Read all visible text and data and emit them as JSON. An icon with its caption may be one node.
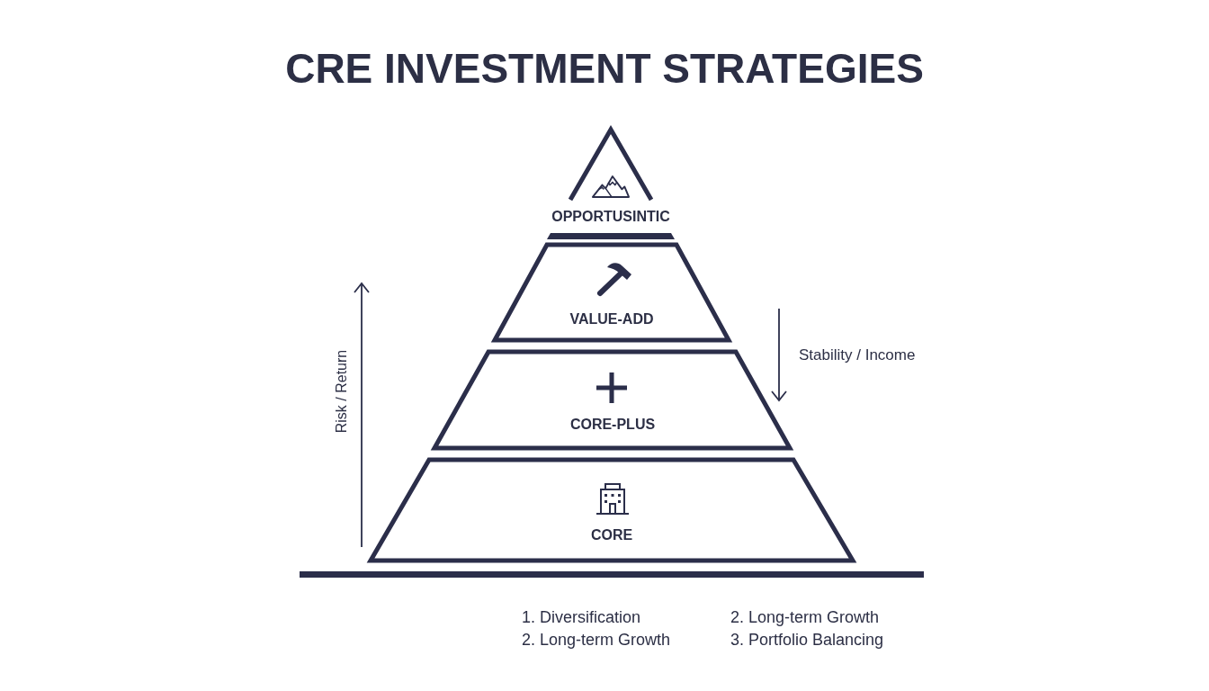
{
  "diagram": {
    "title": "CRE INVESTMENT STRATEGIES",
    "nodes": [
      {
        "text": [
          "OPPORTUSINTIC"
        ]
      },
      {
        "text": [
          "VALUE-ADD"
        ]
      },
      {
        "text": [
          "CORE-PLUS"
        ]
      },
      {
        "text": [
          "CORE"
        ]
      }
    ],
    "labels": [
      "Risk / Return",
      "Stability / Income",
      "1. Diversification",
      "2. Long-term Growth",
      "2. Long-term Growth",
      "3. Portfolio Balancing"
    ]
  }
}
